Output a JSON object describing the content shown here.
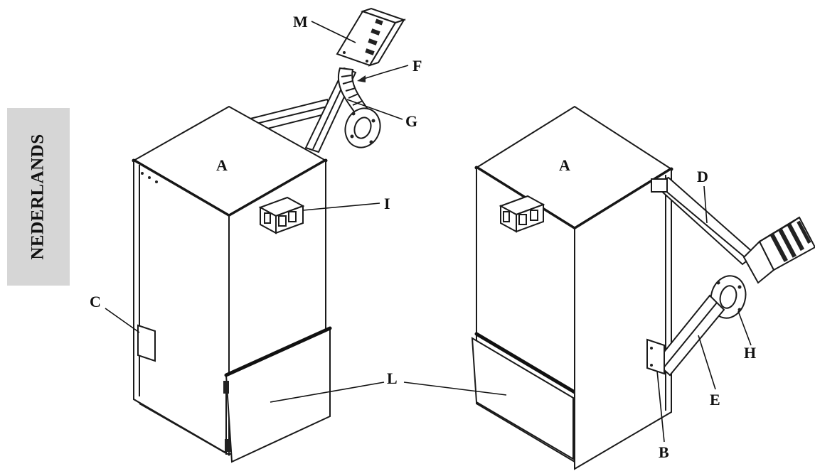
{
  "side_tab": {
    "label": "NEDERLANDS"
  },
  "labels": {
    "left_A": "A",
    "right_A": "A",
    "M": "M",
    "F": "F",
    "G": "G",
    "I": "I",
    "C": "C",
    "L": "L",
    "D": "D",
    "H": "H",
    "E": "E",
    "B": "B"
  }
}
